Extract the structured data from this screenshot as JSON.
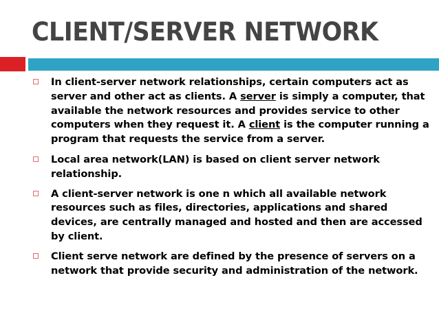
{
  "slide": {
    "title": "CLIENT/SERVER NETWORK",
    "background_color": "#FFFFFF",
    "title_color": "#444444"
  },
  "accent_bar": {
    "red_color": "#DC2126",
    "teal_color": "#2FA3C4",
    "red_label": "red-accent-block",
    "teal_label": "teal-accent-bar"
  },
  "bullets": {
    "marker_glyph": "square-outline",
    "marker_color": "#E06B72",
    "items": [
      {
        "id": "bullet-1",
        "segments": [
          {
            "text": "In client-server network relationships, certain computers act as server and other act as clients. A ",
            "underline": false
          },
          {
            "text": "server",
            "underline": true
          },
          {
            "text": " is simply a computer, that available the network resources and provides service to other computers when they request it. A ",
            "underline": false
          },
          {
            "text": "client",
            "underline": true
          },
          {
            "text": " is the computer running a program that requests the service from a server.",
            "underline": false
          }
        ],
        "plain": "In client-server network relationships, certain computers act as server and other act as clients. A server is simply a computer, that available the network resources and provides service to other computers when they request it. A client is the computer running a program that requests the service from a server."
      },
      {
        "id": "bullet-2",
        "segments": [
          {
            "text": "Local area network(LAN) is based on client server network relationship.",
            "underline": false
          }
        ],
        "plain": "Local area network(LAN) is based on client server network relationship."
      },
      {
        "id": "bullet-3",
        "segments": [
          {
            "text": "A client-server network is one n which all available network resources such as files, directories, applications and shared devices, are centrally managed and hosted and then are accessed by client.",
            "underline": false
          }
        ],
        "plain": "A client-server network is one n which all available network resources such as files, directories, applications and shared devices, are centrally managed and hosted and then are accessed by client."
      },
      {
        "id": "bullet-4",
        "segments": [
          {
            "text": "Client serve network are defined by the presence of servers on a network that provide security and administration of the network.",
            "underline": false
          }
        ],
        "plain": "Client serve network are defined by the presence of servers on a network that provide security and administration of the network."
      }
    ]
  }
}
